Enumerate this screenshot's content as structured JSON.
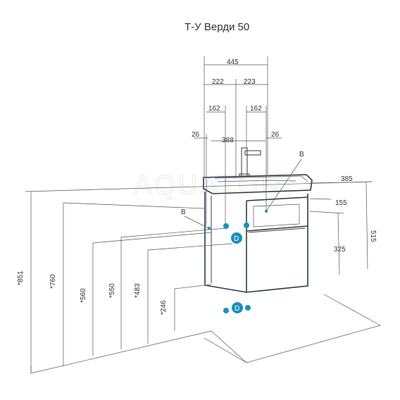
{
  "title": "Т-У Верди 50",
  "watermark": "AQUATON",
  "dimensions": {
    "top": [
      "445",
      "222",
      "223",
      "162",
      "162",
      "388",
      "26",
      "26"
    ],
    "right": [
      "385",
      "155",
      "515",
      "325"
    ],
    "left": [
      "*851",
      "*760",
      "*560",
      "*550",
      "*483",
      "*246"
    ]
  },
  "markers": {
    "b_label": "B",
    "d_label": "D"
  },
  "colors": {
    "line": "#3a3a3a",
    "marker": "#1a8fc0"
  }
}
